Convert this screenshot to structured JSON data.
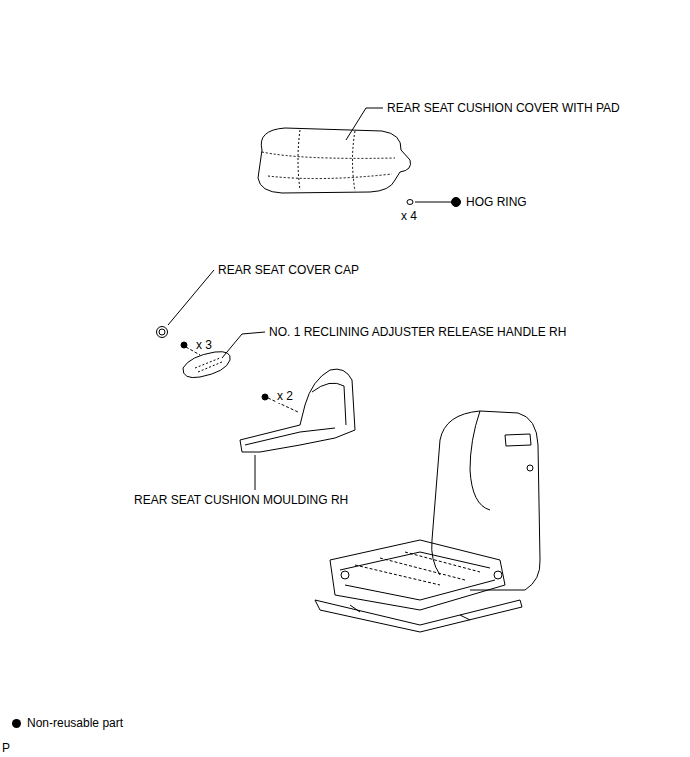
{
  "diagram": {
    "labels": [
      "REAR SEAT CUSHION COVER WITH PAD",
      "x 4",
      "HOG RING",
      "REAR SEAT COVER CAP",
      "x 3",
      "NO. 1 RECLINING ADJUSTER RELEASE HANDLE RH",
      "x 2",
      "REAR SEAT CUSHION MOULDING RH",
      "P"
    ],
    "legend": [
      {
        "text": "Non-reusable part"
      }
    ]
  }
}
